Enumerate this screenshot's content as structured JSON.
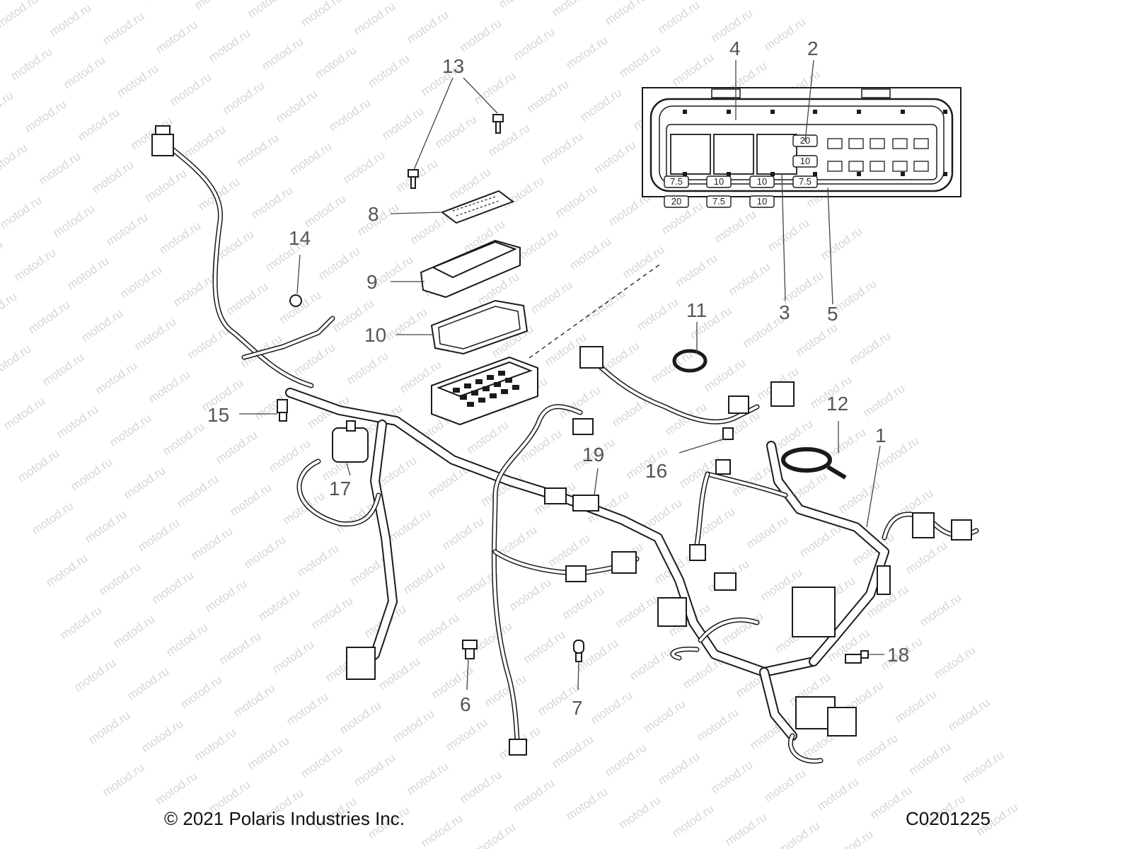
{
  "watermark": "motod.ru",
  "callouts": [
    {
      "id": "1",
      "label": "1"
    },
    {
      "id": "2",
      "label": "2"
    },
    {
      "id": "3",
      "label": "3"
    },
    {
      "id": "4",
      "label": "4"
    },
    {
      "id": "5",
      "label": "5"
    },
    {
      "id": "6",
      "label": "6"
    },
    {
      "id": "7",
      "label": "7"
    },
    {
      "id": "8",
      "label": "8"
    },
    {
      "id": "9",
      "label": "9"
    },
    {
      "id": "10",
      "label": "10"
    },
    {
      "id": "11",
      "label": "11"
    },
    {
      "id": "12",
      "label": "12"
    },
    {
      "id": "13",
      "label": "13"
    },
    {
      "id": "14",
      "label": "14"
    },
    {
      "id": "15",
      "label": "15"
    },
    {
      "id": "16",
      "label": "16"
    },
    {
      "id": "17",
      "label": "17"
    },
    {
      "id": "18",
      "label": "18"
    },
    {
      "id": "19",
      "label": "19"
    }
  ],
  "fuse_box": {
    "fuses": [
      "20",
      "10",
      "7.5",
      "10",
      "10",
      "7.5",
      "20",
      "7.5",
      "10"
    ]
  },
  "footer": {
    "copyright": "© 2021 Polaris Industries Inc.",
    "code": "C0201225"
  }
}
